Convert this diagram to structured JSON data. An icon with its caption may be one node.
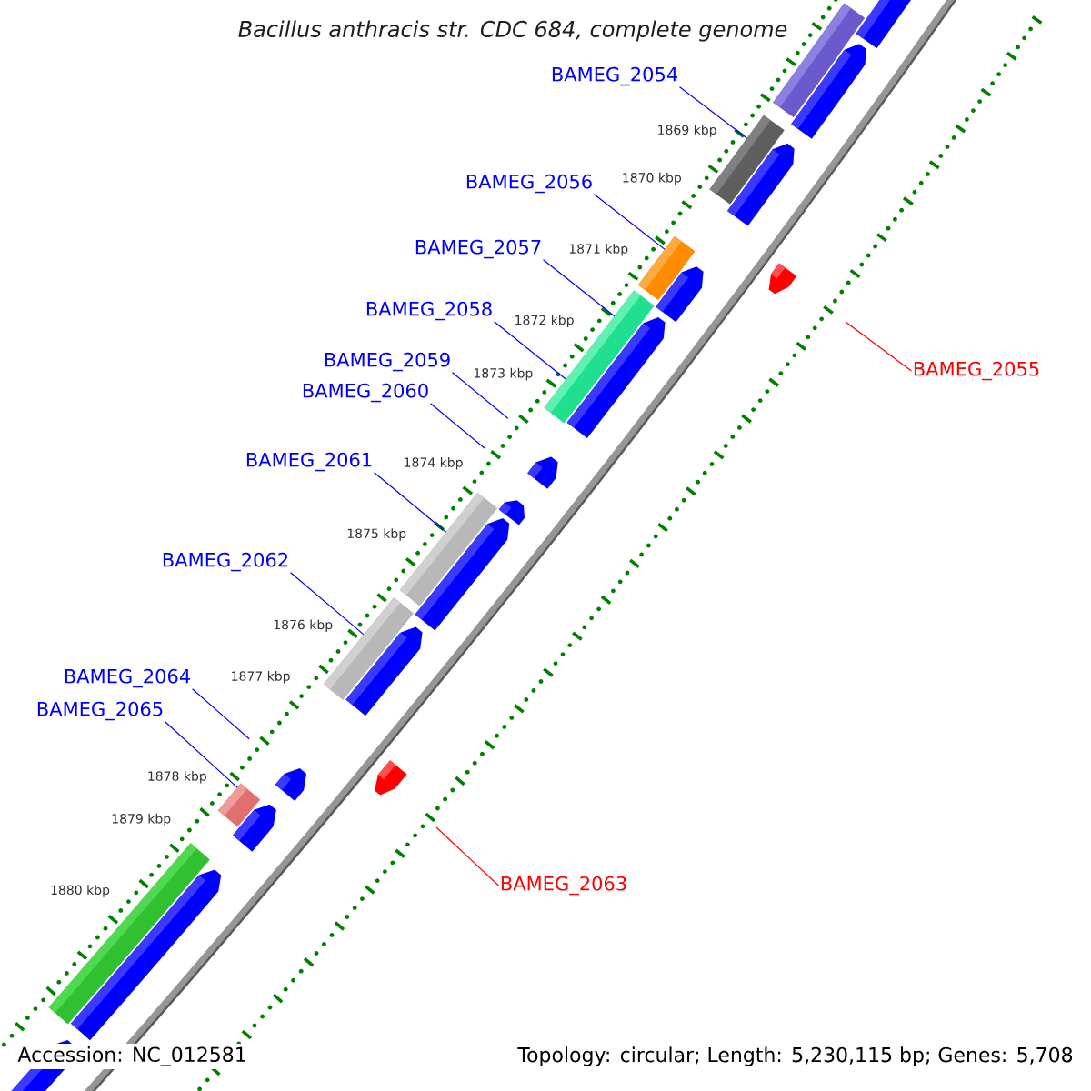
{
  "diagram": {
    "title": "Bacillus anthracis str. CDC 684, complete genome",
    "nodes": [
      {
        "text": [
          "BAMEG_2054"
        ]
      },
      {
        "text": [
          "BAMEG_2056"
        ]
      },
      {
        "text": [
          "BAMEG_2057"
        ]
      },
      {
        "text": [
          "BAMEG_2058"
        ]
      },
      {
        "text": [
          "BAMEG_2059"
        ]
      },
      {
        "text": [
          "BAMEG_2060"
        ]
      },
      {
        "text": [
          "BAMEG_2061"
        ]
      },
      {
        "text": [
          "BAMEG_2062"
        ]
      },
      {
        "text": [
          "BAMEG_2064"
        ]
      },
      {
        "text": [
          "BAMEG_2065"
        ]
      },
      {
        "text": [
          "BAMEG_2055"
        ]
      },
      {
        "text": [
          "BAMEG_2063"
        ]
      },
      {
        "text": [],
        "shape": "bar"
      },
      {
        "text": [],
        "shape": "bar"
      },
      {
        "text": [],
        "shape": "bar"
      },
      {
        "text": [],
        "shape": "bar"
      },
      {
        "text": [],
        "shape": "bar"
      },
      {
        "text": [],
        "shape": "bar"
      },
      {
        "text": [],
        "shape": "bar"
      },
      {
        "text": [],
        "shape": "bar"
      }
    ],
    "edges": [
      {
        "from": 0,
        "to": 13,
        "arrow": "none"
      },
      {
        "from": 1,
        "to": 14,
        "arrow": "none"
      },
      {
        "from": 2,
        "to": 15,
        "arrow": "none"
      },
      {
        "from": 3,
        "to": 15,
        "arrow": "none"
      },
      {
        "from": 4,
        "to": null,
        "arrow": "none"
      },
      {
        "from": 5,
        "to": null,
        "arrow": "none"
      },
      {
        "from": 6,
        "to": 16,
        "arrow": "none"
      },
      {
        "from": 7,
        "to": 17,
        "arrow": "none"
      },
      {
        "from": 8,
        "to": null,
        "arrow": "none"
      },
      {
        "from": 9,
        "to": 18,
        "arrow": "none"
      },
      {
        "from": 10,
        "to": null,
        "arrow": "none",
        "color": "#ff0000"
      },
      {
        "from": 11,
        "to": null,
        "arrow": "none",
        "color": "#ff0000"
      }
    ],
    "labels": [
      "1869 kbp",
      "1870 kbp",
      "1871 kbp",
      "1872 kbp",
      "1873 kbp",
      "1874 kbp",
      "1875 kbp",
      "1876 kbp",
      "1877 kbp",
      "1878 kbp",
      "1879 kbp",
      "1880 kbp",
      "Accession: NC_012581",
      "Topology: circular; Length: 5,230,115 bp; Genes: 5,708"
    ]
  }
}
